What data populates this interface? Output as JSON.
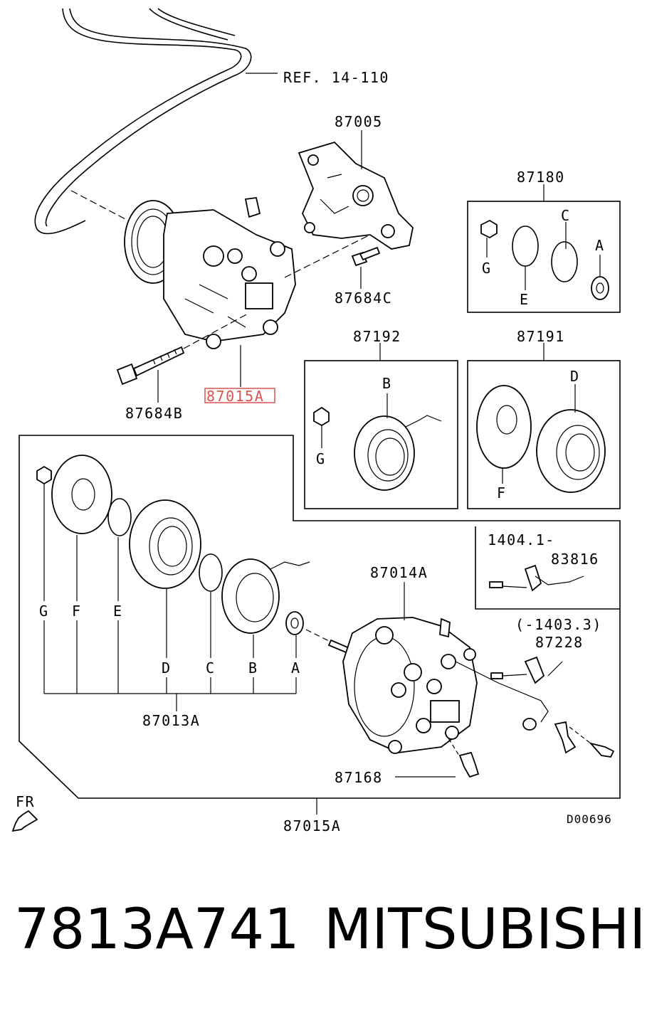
{
  "labels": {
    "ref": "REF. 14-110",
    "bracket": "87005",
    "bolt_c": "87684C",
    "bolt_b": "87684B",
    "compressor_highlight": "87015A",
    "kit_87180": "87180",
    "kit_87192": "87192",
    "kit_87191": "87191",
    "g1": "G",
    "e1": "E",
    "c1": "C",
    "a1": "A",
    "b1": "B",
    "g2": "G",
    "d1": "D",
    "f1": "F",
    "sensor_ref": "1404.1-",
    "sensor_part": "83816",
    "date_range": "(-1403.3)",
    "harness": "87228",
    "compressor_body": "87014A",
    "g3": "G",
    "f3": "F",
    "e3": "E",
    "d3": "D",
    "c3": "C",
    "b3": "B",
    "a3": "A",
    "clutch_kit": "87013A",
    "plug": "87168",
    "assembly": "87015A",
    "fr": "FR",
    "diagram_code": "D00696"
  },
  "footer": {
    "part_number": "7813A741",
    "brand": "MITSUBISHI"
  },
  "colors": {
    "highlight": "#d9534f",
    "line": "#000000"
  }
}
